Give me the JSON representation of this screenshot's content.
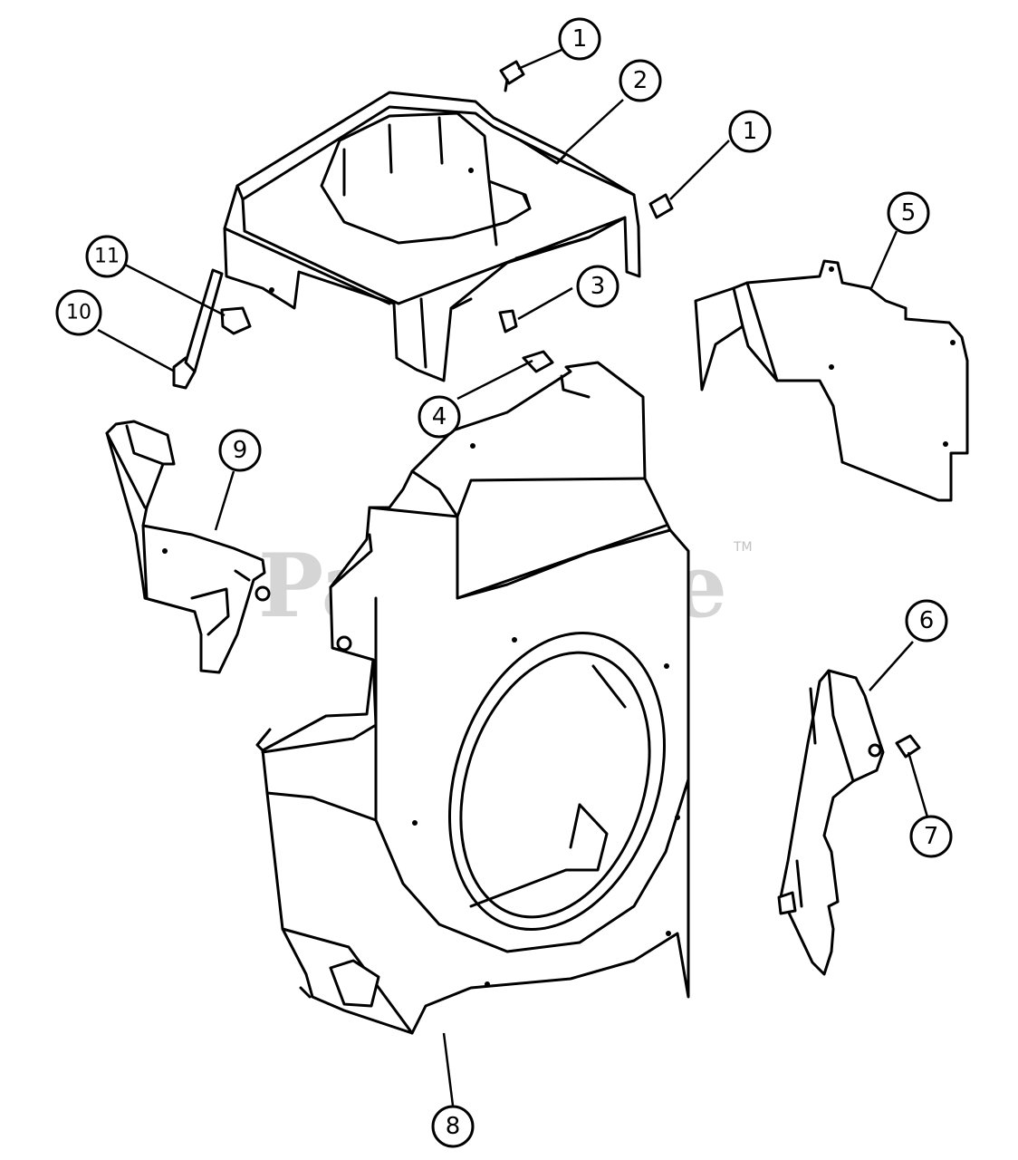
{
  "watermark": {
    "text": "PartsTree",
    "trademark": "TM"
  },
  "callouts": [
    {
      "id": "c1a",
      "label": "1"
    },
    {
      "id": "c1b",
      "label": "1"
    },
    {
      "id": "c2",
      "label": "2"
    },
    {
      "id": "c3",
      "label": "3"
    },
    {
      "id": "c4",
      "label": "4"
    },
    {
      "id": "c5",
      "label": "5"
    },
    {
      "id": "c6",
      "label": "6"
    },
    {
      "id": "c7",
      "label": "7"
    },
    {
      "id": "c8",
      "label": "8"
    },
    {
      "id": "c9",
      "label": "9"
    },
    {
      "id": "c10",
      "label": "10"
    },
    {
      "id": "c11",
      "label": "11"
    }
  ]
}
